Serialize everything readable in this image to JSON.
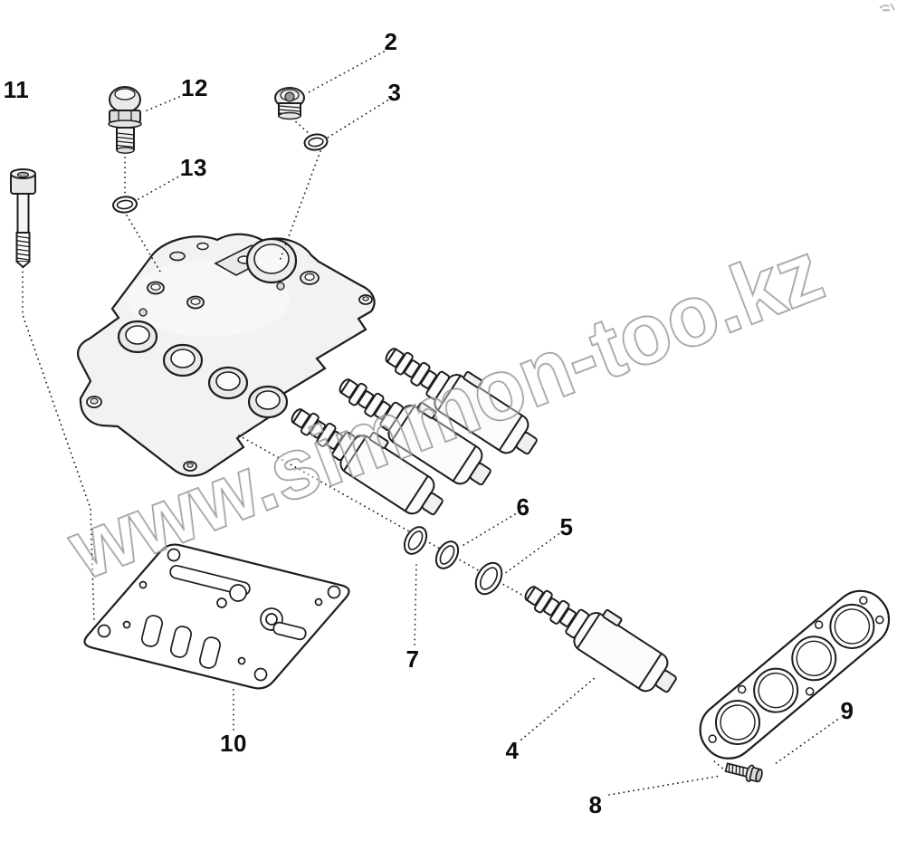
{
  "diagram": {
    "watermark": "www.simmon-too.kz",
    "callouts": [
      {
        "label": "2"
      },
      {
        "label": "3"
      },
      {
        "label": "4"
      },
      {
        "label": "5"
      },
      {
        "label": "6"
      },
      {
        "label": "7"
      },
      {
        "label": "8"
      },
      {
        "label": "9"
      },
      {
        "label": "10"
      },
      {
        "label": "11"
      },
      {
        "label": "12"
      },
      {
        "label": "13"
      }
    ]
  }
}
